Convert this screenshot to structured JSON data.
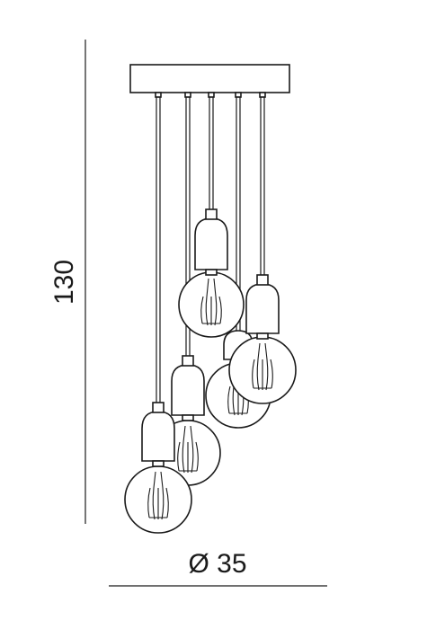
{
  "dimensions": {
    "height_label": "130",
    "diameter_label": "Ø 35"
  },
  "lamp": {
    "canopy_shape": "rectangle",
    "pendant_count": 5,
    "bulb_style": "globe",
    "socket_style": "rounded-cylinder"
  },
  "colors": {
    "line": "#1a1a1a",
    "background": "#ffffff"
  }
}
